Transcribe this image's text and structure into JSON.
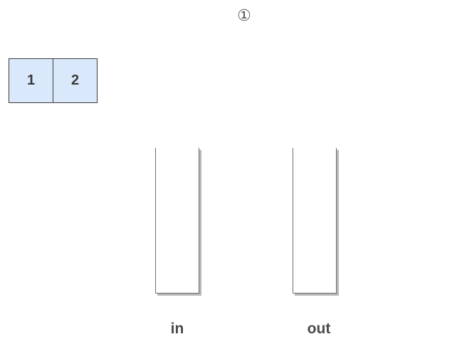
{
  "step_marker": "①",
  "queue": {
    "cells": [
      "1",
      "2"
    ],
    "fill_color": "#dae8fc",
    "border_color": "#3b3b3b"
  },
  "stacks": {
    "in": {
      "label": "in"
    },
    "out": {
      "label": "out"
    }
  }
}
